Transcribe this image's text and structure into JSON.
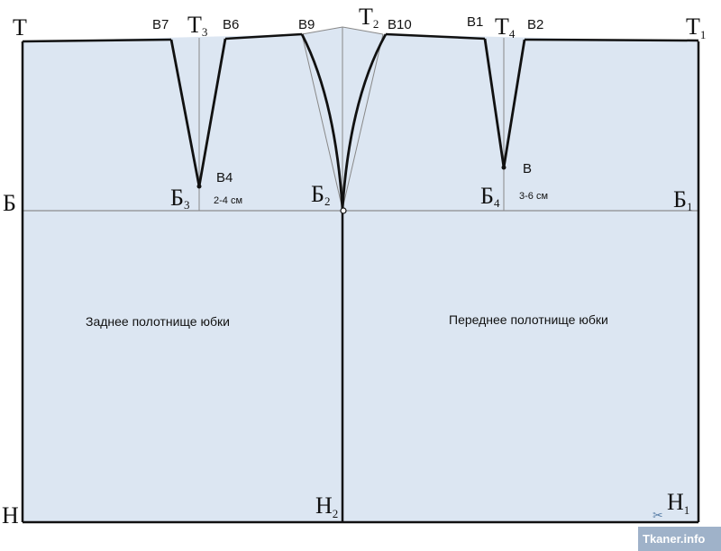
{
  "colors": {
    "panel_fill": "#dce6f2",
    "line": "#111111",
    "thin_line": "#888888",
    "watermark_bg": "#9fb2c9"
  },
  "corners": {
    "t": {
      "main": "Т",
      "sub": ""
    },
    "t1": {
      "main": "Т",
      "sub": "1"
    },
    "b": {
      "main": "Б",
      "sub": ""
    },
    "b1": {
      "main": "Б",
      "sub": "1"
    },
    "n": {
      "main": "Н",
      "sub": ""
    },
    "n1": {
      "main": "Н",
      "sub": "1"
    },
    "n2": {
      "main": "Н",
      "sub": "2"
    }
  },
  "dart_centers": {
    "t3": {
      "main": "Т",
      "sub": "3"
    },
    "t2": {
      "main": "Т",
      "sub": "2"
    },
    "t4": {
      "main": "Т",
      "sub": "4"
    },
    "b3": {
      "main": "Б",
      "sub": "3"
    },
    "b2": {
      "main": "Б",
      "sub": "2"
    },
    "b4": {
      "main": "Б",
      "sub": "4"
    }
  },
  "points": {
    "v7": "В7",
    "v6": "В6",
    "v9": "В9",
    "v10": "В10",
    "v1": "В1",
    "v2": "В2",
    "v4": "В4",
    "v": "В"
  },
  "dart_depths": {
    "back": "2-4 см",
    "front": "3-6 см"
  },
  "panels": {
    "back": "Заднее полотнище юбки",
    "front": "Переднее полотнище юбки"
  },
  "watermark": "Tkaner.info"
}
